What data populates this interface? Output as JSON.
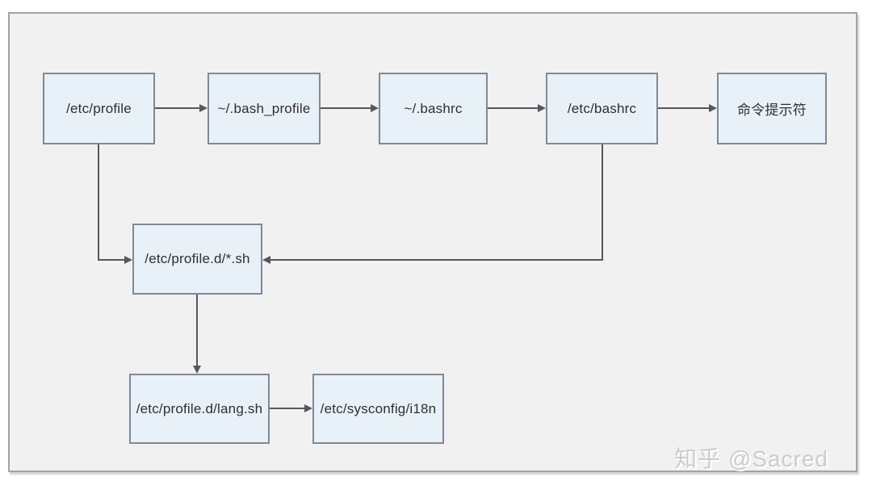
{
  "diagram": {
    "nodes": [
      {
        "id": "etc-profile",
        "label": "/etc/profile"
      },
      {
        "id": "bash-profile",
        "label": "~/.bash_profile"
      },
      {
        "id": "bashrc",
        "label": "~/.bashrc"
      },
      {
        "id": "etc-bashrc",
        "label": "/etc/bashrc"
      },
      {
        "id": "command-prompt",
        "label": "命令提示符"
      },
      {
        "id": "profile-d",
        "label": "/etc/profile.d/*.sh"
      },
      {
        "id": "lang-sh",
        "label": "/etc/profile.d/lang.sh"
      },
      {
        "id": "sysconfig-i18n",
        "label": "/etc/sysconfig/i18n"
      }
    ],
    "edges": [
      {
        "from": "/etc/profile",
        "to": "~/.bash_profile"
      },
      {
        "from": "~/.bash_profile",
        "to": "~/.bashrc"
      },
      {
        "from": "~/.bashrc",
        "to": "/etc/bashrc"
      },
      {
        "from": "/etc/bashrc",
        "to": "命令提示符"
      },
      {
        "from": "/etc/profile",
        "to": "/etc/profile.d/*.sh"
      },
      {
        "from": "/etc/bashrc",
        "to": "/etc/profile.d/*.sh"
      },
      {
        "from": "/etc/profile.d/*.sh",
        "to": "/etc/profile.d/lang.sh"
      },
      {
        "from": "/etc/profile.d/lang.sh",
        "to": "/etc/sysconfig/i18n"
      }
    ],
    "watermark": "知乎 @Sacred",
    "colors": {
      "node_fill": "#e9f1f8",
      "node_border": "#7f8a94",
      "connector": "#53585e",
      "canvas_fill": "#f1f1f1",
      "canvas_border": "#9fa4a9",
      "node_text": "#2f2f2f",
      "watermark_text": "#cdcdcd"
    }
  }
}
